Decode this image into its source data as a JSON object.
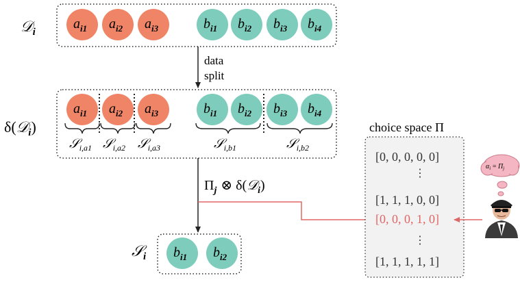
{
  "colors": {
    "accent_a": "#EF8466",
    "accent_b": "#7DCCBC",
    "highlight": "#E06666",
    "panel_fill": "#F2F2F2",
    "box_border": "#222222",
    "agent_cloud": "#F4B6C2"
  },
  "rows": {
    "top_label": {
      "base": "𝒟",
      "sub": "i"
    },
    "mid_label": {
      "prefix": "δ(",
      "base": "𝒟",
      "sub": "i",
      "suffix": ")"
    },
    "bottom_label": {
      "base": "𝒮",
      "sub": "i"
    }
  },
  "nodes_top": [
    {
      "group": "a",
      "base": "a",
      "sub": "i1"
    },
    {
      "group": "a",
      "base": "a",
      "sub": "i2"
    },
    {
      "group": "a",
      "base": "a",
      "sub": "i3"
    },
    {
      "group": "b",
      "base": "b",
      "sub": "i1"
    },
    {
      "group": "b",
      "base": "b",
      "sub": "i2"
    },
    {
      "group": "b",
      "base": "b",
      "sub": "i3"
    },
    {
      "group": "b",
      "base": "b",
      "sub": "i4"
    }
  ],
  "nodes_mid": [
    {
      "group": "a",
      "base": "a",
      "sub": "i1"
    },
    {
      "group": "a",
      "base": "a",
      "sub": "i2"
    },
    {
      "group": "a",
      "base": "a",
      "sub": "i3"
    },
    {
      "group": "b",
      "base": "b",
      "sub": "i1"
    },
    {
      "group": "b",
      "base": "b",
      "sub": "i2"
    },
    {
      "group": "b",
      "base": "b",
      "sub": "i3"
    },
    {
      "group": "b",
      "base": "b",
      "sub": "i4"
    }
  ],
  "nodes_bottom": [
    {
      "group": "b",
      "base": "b",
      "sub": "i1"
    },
    {
      "group": "b",
      "base": "b",
      "sub": "i2"
    }
  ],
  "split_arrow": {
    "line1": "data",
    "line2": "split"
  },
  "subset_labels": [
    {
      "base": "𝒮",
      "sub": "i,a1"
    },
    {
      "base": "𝒮",
      "sub": "i,a2"
    },
    {
      "base": "𝒮",
      "sub": "i,a3"
    },
    {
      "base": "𝒮",
      "sub": "i,b1"
    },
    {
      "base": "𝒮",
      "sub": "i,b2"
    }
  ],
  "select_arrow": {
    "pi": "Π",
    "pi_sub": "j",
    "op": "⊗ δ(",
    "d": "𝒟",
    "d_sub": "i",
    "close": ")"
  },
  "choice_space": {
    "title": "choice space Π",
    "vectors": [
      "[0, 0, 0, 0, 0]",
      "[1, 1, 1, 0, 0]",
      "[0, 0, 0, 1, 0]",
      "[1, 1, 1, 1, 1]"
    ],
    "highlight_index": 2,
    "ellipsis": "⋮"
  },
  "agent": {
    "thought_lhs": "α",
    "thought_lhs_sub": "i",
    "thought_eq": "=",
    "thought_rhs": "Π",
    "thought_rhs_sub": "j"
  }
}
